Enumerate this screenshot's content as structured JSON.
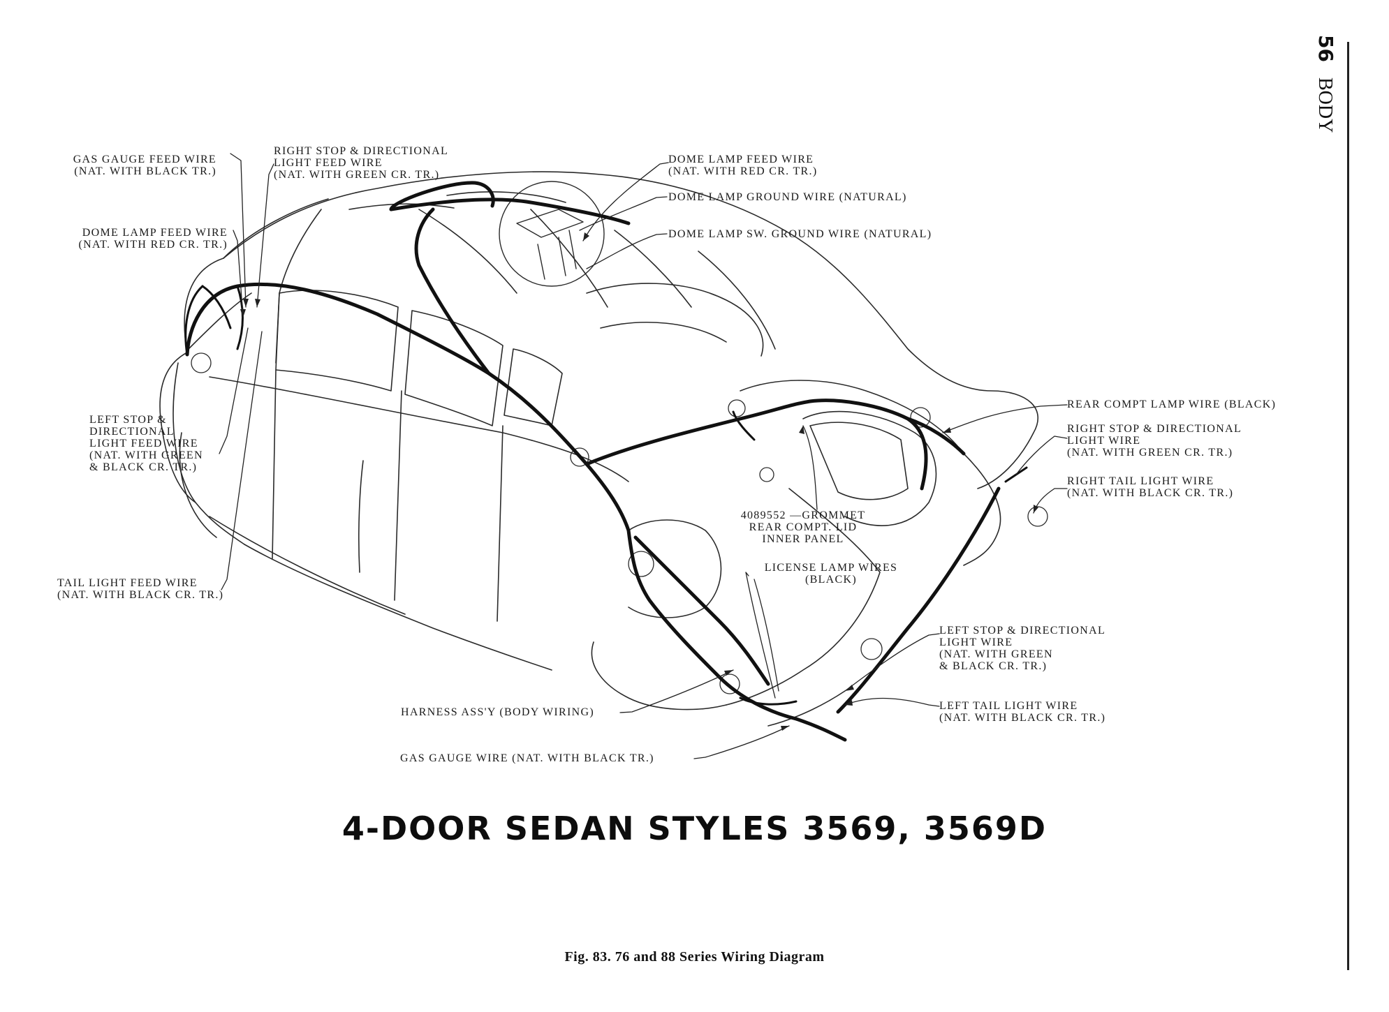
{
  "page": {
    "number": "56",
    "section": "BODY"
  },
  "title": "4-DOOR SEDAN STYLES 3569, 3569D",
  "caption": "Fig. 83.   76 and 88 Series Wiring Diagram",
  "labels": {
    "gas_gauge_feed": [
      "GAS GAUGE FEED WIRE",
      "(NAT. WITH BLACK TR.)"
    ],
    "right_stop_feed": [
      "RIGHT STOP & DIRECTIONAL",
      "LIGHT FEED WIRE",
      "(NAT. WITH GREEN CR. TR.)"
    ],
    "dome_feed_left": [
      "DOME LAMP FEED WIRE",
      "(NAT. WITH RED CR. TR.)"
    ],
    "dome_feed_top": [
      "DOME LAMP FEED WIRE",
      "(NAT. WITH RED CR. TR.)"
    ],
    "dome_ground": [
      "DOME LAMP GROUND WIRE (NATURAL)"
    ],
    "dome_sw_ground": [
      "DOME LAMP SW. GROUND WIRE (NATURAL)"
    ],
    "left_stop_feed": [
      "LEFT STOP &",
      "DIRECTIONAL",
      "LIGHT FEED WIRE",
      "(NAT. WITH GREEN",
      "& BLACK CR. TR.)"
    ],
    "tail_feed": [
      "TAIL LIGHT FEED WIRE",
      "(NAT. WITH BLACK CR. TR.)"
    ],
    "rear_compt_lamp": [
      "REAR COMPT LAMP WIRE (BLACK)"
    ],
    "right_stop": [
      "RIGHT STOP & DIRECTIONAL",
      "LIGHT WIRE",
      "(NAT. WITH GREEN CR. TR.)"
    ],
    "right_tail": [
      "RIGHT TAIL LIGHT WIRE",
      "(NAT. WITH BLACK CR. TR.)"
    ],
    "grommet": [
      "4089552 —GROMMET",
      "REAR COMPT. LID",
      "INNER PANEL"
    ],
    "license_lamp": [
      "LICENSE LAMP WIRES",
      "(BLACK)"
    ],
    "left_stop": [
      "LEFT STOP & DIRECTIONAL",
      "LIGHT WIRE",
      "(NAT. WITH GREEN",
      "& BLACK CR. TR.)"
    ],
    "harness": [
      "HARNESS ASS'Y (BODY WIRING)"
    ],
    "left_tail": [
      "LEFT TAIL LIGHT WIRE",
      "(NAT. WITH BLACK CR. TR.)"
    ],
    "gas_gauge": [
      "GAS GAUGE WIRE (NAT. WITH BLACK TR.)"
    ]
  }
}
